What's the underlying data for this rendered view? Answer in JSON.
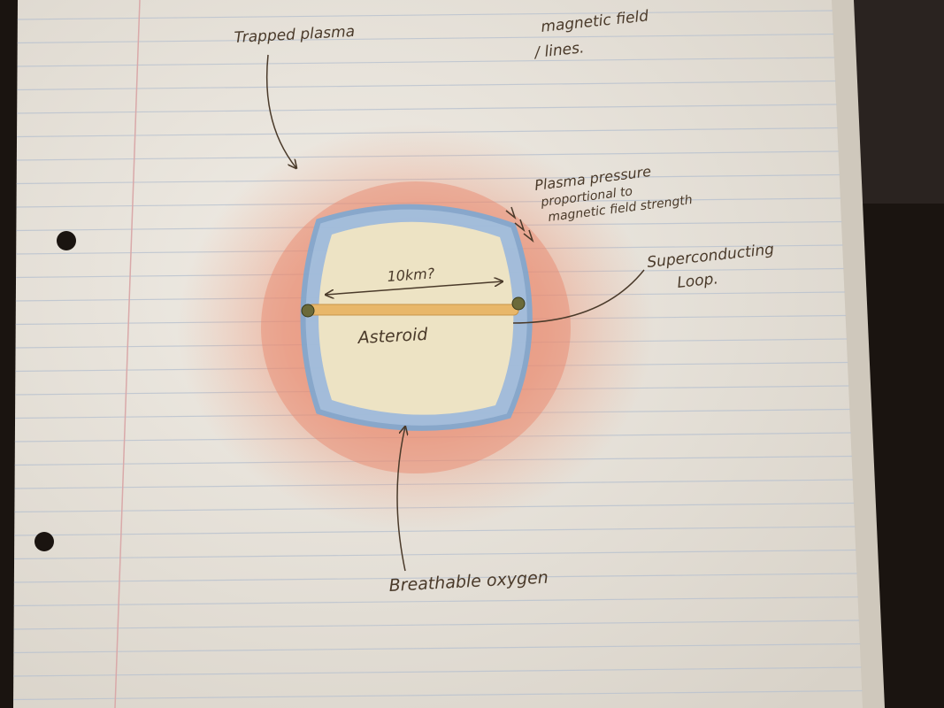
{
  "labels": {
    "trapped_plasma": "Trapped plasma",
    "field_lines_1": "magnetic field",
    "field_lines_2": "/ lines.",
    "pressure_1": "Plasma pressure",
    "pressure_2": "proportional to",
    "pressure_3": "magnetic field strength",
    "loop_1": "Superconducting",
    "loop_2": "Loop.",
    "diameter": "10km?",
    "asteroid": "Asteroid",
    "oxygen": "Breathable oxygen"
  },
  "colors": {
    "paper": "#ece7df",
    "rule_line": "#b9c2cf",
    "margin_line": "#d9a9a9",
    "plasma": "#e68a6a",
    "atmosphere": "#8fb6dd",
    "asteroid": "#ede3c4",
    "loop": "#e8b76a",
    "ink": "#4a3a2a",
    "background": "#1a1410"
  }
}
